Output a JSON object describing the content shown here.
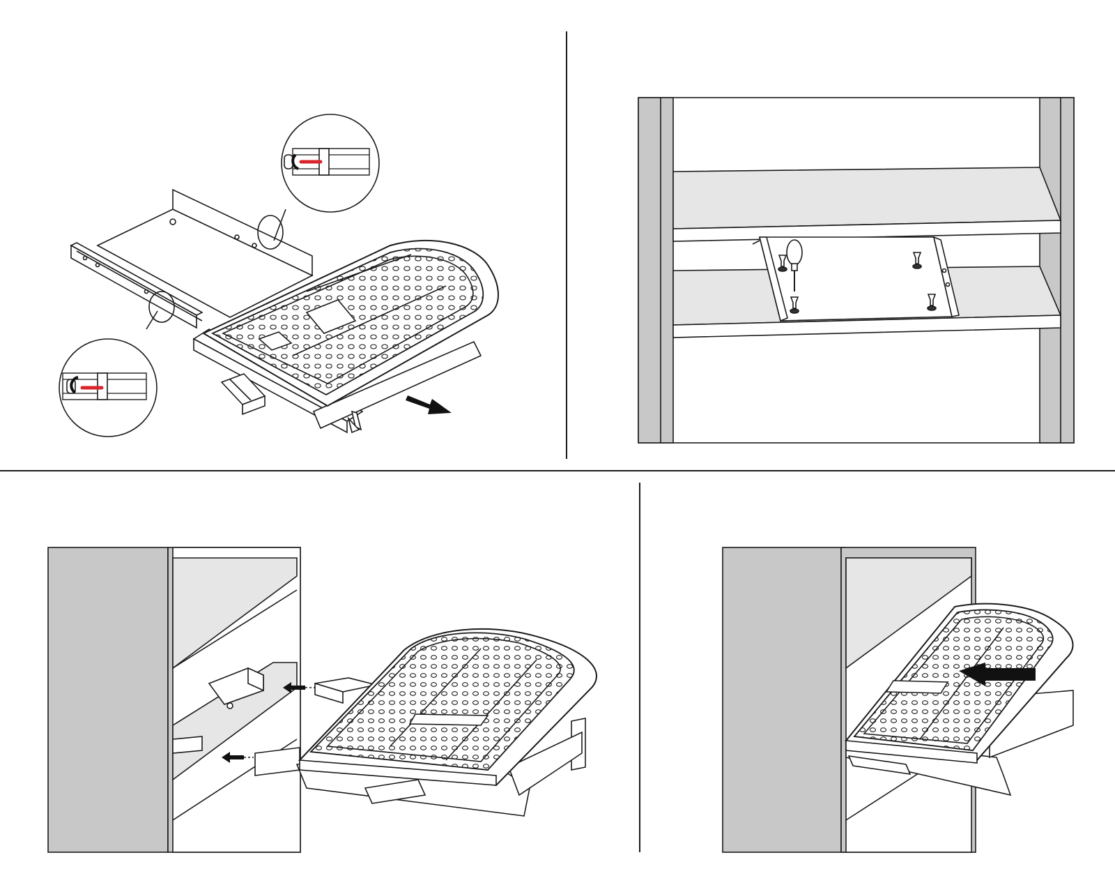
{
  "figure": {
    "panels": [
      {
        "id": "step-1",
        "description_visible": false
      },
      {
        "id": "step-2",
        "description_visible": false
      },
      {
        "id": "step-3",
        "description_visible": false
      },
      {
        "id": "step-4",
        "description_visible": false
      }
    ],
    "colors": {
      "line": "#1a1a1a",
      "cabinet_grey": "#c8c8c8",
      "shelf_light": "#e6e6e6",
      "latch_red": "#d9262c",
      "arrow": "#111111",
      "background": "#ffffff"
    },
    "icons": [
      "magnifier-detail-icon",
      "direction-arrow-icon",
      "screwdriver-icon",
      "screw-icon"
    ]
  }
}
